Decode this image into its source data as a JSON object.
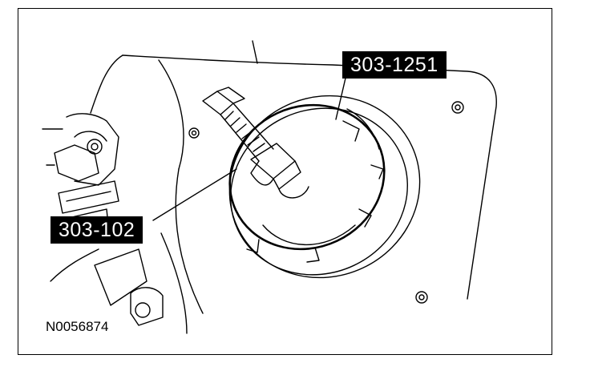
{
  "callouts": {
    "tool_1251": "303-1251",
    "tool_102": "303-102"
  },
  "figure_id": "N0056874",
  "colors": {
    "line": "#000000",
    "background": "#ffffff",
    "callout_bg": "#000000",
    "callout_text": "#ffffff"
  }
}
